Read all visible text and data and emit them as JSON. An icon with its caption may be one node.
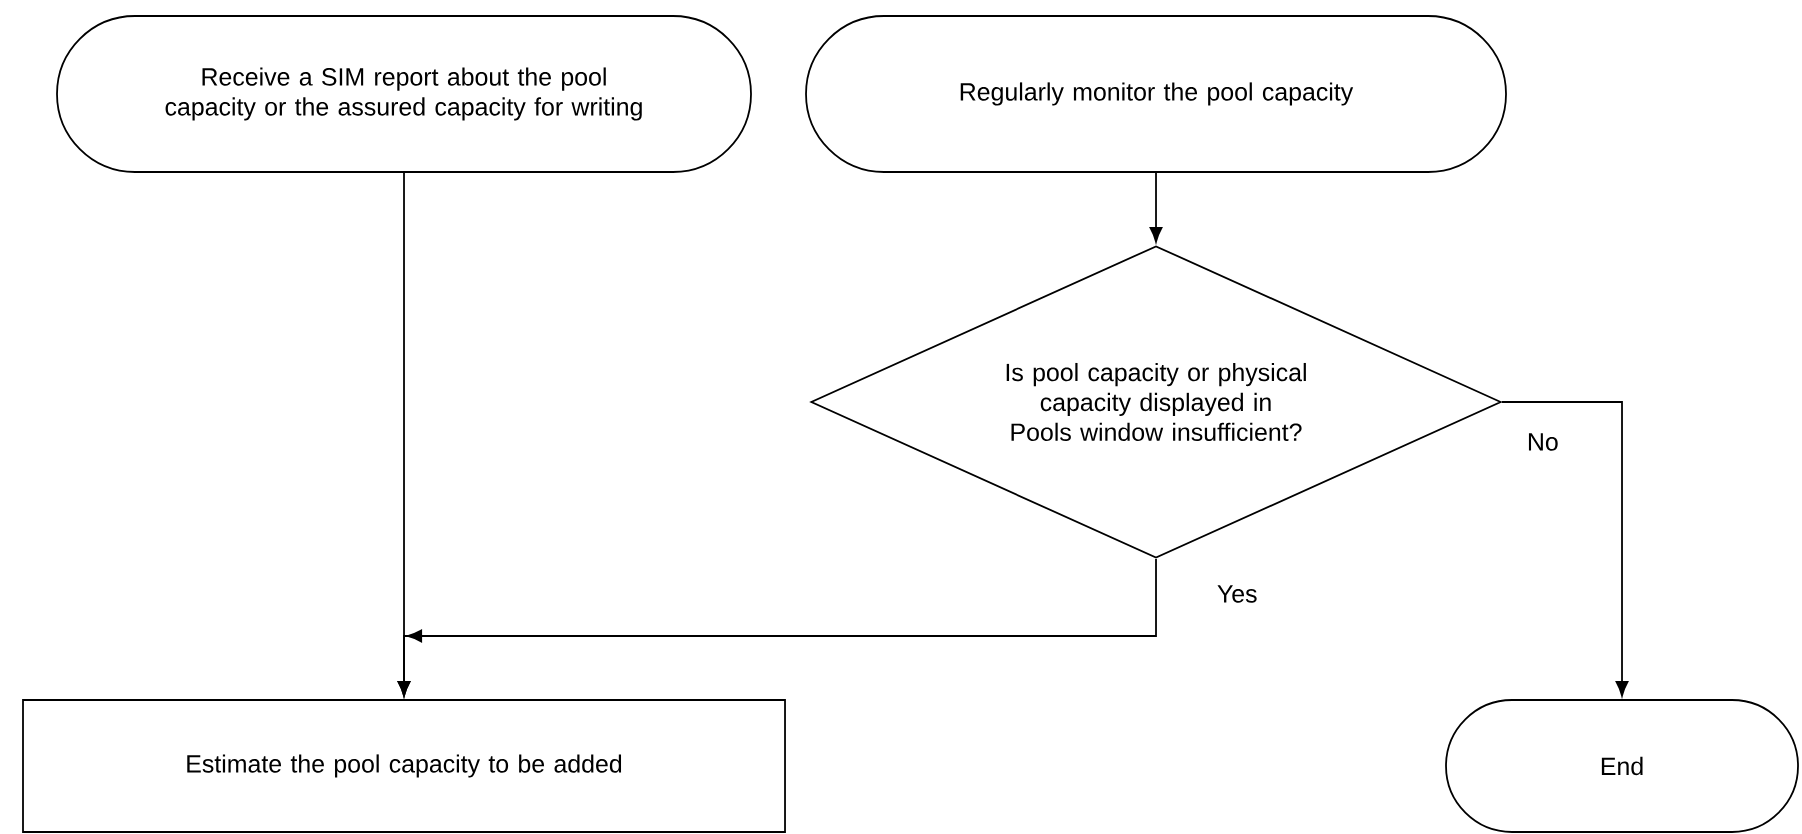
{
  "diagram": {
    "nodes": [
      {
        "text": [
          "Receive a SIM report about the pool capacity or the assured capacity for writing"
        ]
      },
      {
        "text": [
          "Regularly monitor the pool capacity"
        ]
      },
      {
        "text": [
          "Is pool capacity or physical capacity displayed in Pools window insufficient?"
        ]
      },
      {
        "text": [
          "Estimate the pool capacity to be added"
        ]
      },
      {
        "text": [
          "End"
        ]
      }
    ],
    "edges": [
      {
        "from": 0,
        "to": 3,
        "arrow": "to"
      },
      {
        "from": 1,
        "to": 2,
        "arrow": "to"
      },
      {
        "from": 2,
        "to": 3,
        "arrow": "to",
        "label": "Yes"
      },
      {
        "from": 2,
        "to": 4,
        "arrow": "to",
        "label": "No"
      }
    ]
  }
}
